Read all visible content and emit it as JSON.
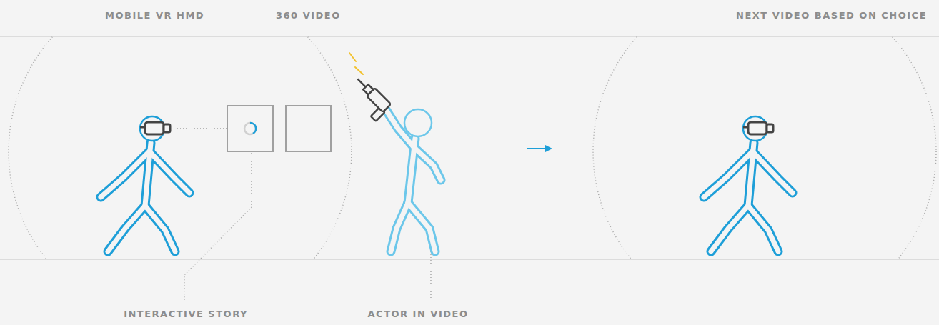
{
  "diagram": {
    "labels": [
      "MOBILE VR HMD",
      "360 VIDEO",
      "NEXT VIDEO BASED ON CHOICE",
      "INTERACTIVE STORY",
      "ACTOR IN VIDEO"
    ]
  }
}
